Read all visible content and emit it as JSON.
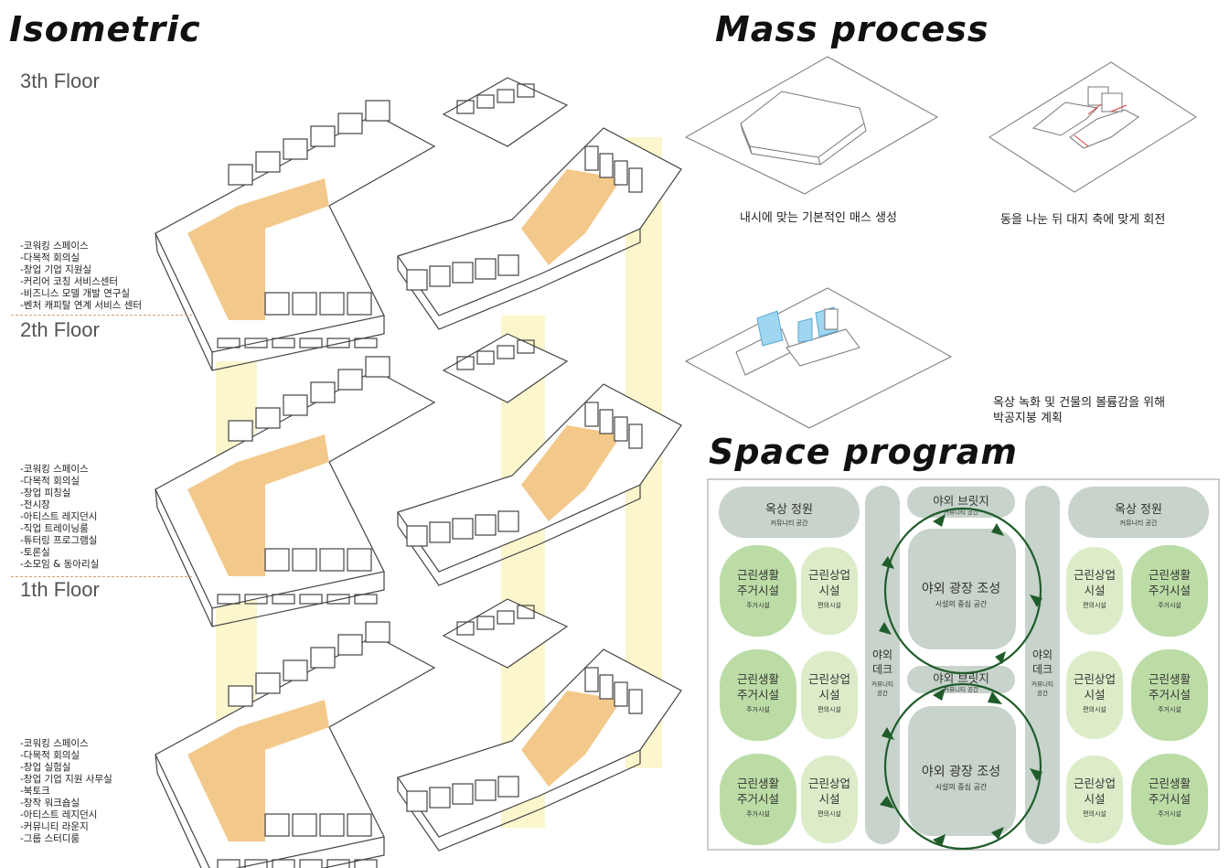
{
  "titles": {
    "isometric": "Isometric",
    "mass_process": "Mass process",
    "space_program": "Space program"
  },
  "floors": [
    {
      "label": "3th Floor",
      "programs": [
        "-코워킹 스페이스",
        "-다목적 회의실",
        "-창업 기업 지원실",
        "-커리어 코칭 서비스센터",
        "-비즈니스 모델 개발 연구실",
        "-벤처 캐피탈 연계 서비스 센터"
      ]
    },
    {
      "label": "2th Floor",
      "programs": [
        "-코워킹 스페이스",
        "-다목적 회의실",
        "-창업 피칭실",
        "-전시장",
        "-아티스트 레지던시",
        "-직업 트레이닝룸",
        "-튜터링 프로그램실",
        "-토론실",
        "-소모임 & 동아리실"
      ]
    },
    {
      "label": "1th Floor",
      "programs": [
        "-코워킹 스페이스",
        "-다목적 회의실",
        "-창업 실험실",
        "-창업 기업 지원 사무실",
        "-북토크",
        "-창작 워크숍실",
        "-아티스트 레지던시",
        "-커뮤니티 라운지",
        "-그룹 스터디룸"
      ]
    }
  ],
  "mass_process": {
    "step1": "내시에 맞는 기본적인 매스 생성",
    "step2": "동을 나눈 뒤 대지 축에 맞게 회전",
    "step3_line1": "옥상 녹화 및 건물의 볼륨감을 위해",
    "step3_line2": "박공지붕 계획"
  },
  "space_program": {
    "rooftop_garden": "옥상 정원",
    "community_space": "커뮤니티 공간",
    "neighborhood_living": "근린생활",
    "residential": "주거시설",
    "residential_small": "주거시설",
    "commercial": "근린상업",
    "facility": "시설",
    "convenience": "편의시설",
    "outdoor_bridge": "야외 브릿지",
    "outdoor_plaza": "야외 광장 조성",
    "facility_center": "시설의 중심 공간",
    "outdoor_deck_1": "야외",
    "outdoor_deck_2": "데크",
    "community_line1": "커뮤니티",
    "community_line2": "공간"
  },
  "colors": {
    "accent_orange": "#f3c98b",
    "light_yellow": "#fbf5c4",
    "green_strong": "#bcdca6",
    "green_light": "#dcecc8",
    "grey_green": "#c7d3cb",
    "arrow_green": "#1f5c2a",
    "line": "#444444"
  }
}
